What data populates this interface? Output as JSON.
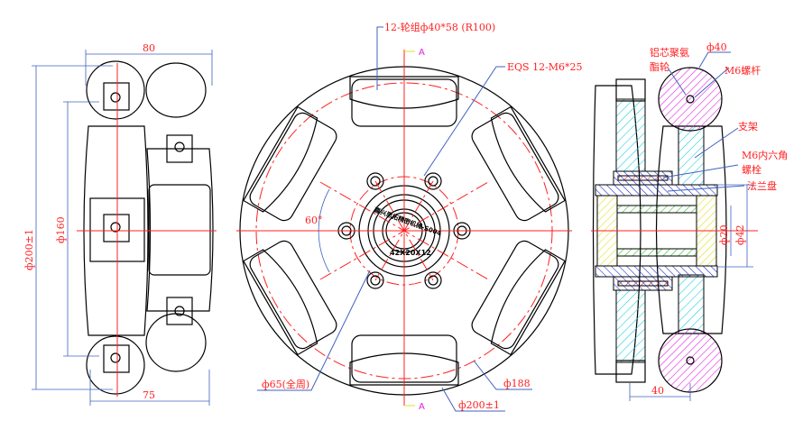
{
  "title_labels": {
    "wheel_group": "12-轮组ф40*58 (R100)",
    "screws": "EQS 12-M6*25",
    "section_mark": "A",
    "hole_circle": "ф65(全周)",
    "outer_dia": "ф200±1",
    "inner_dia": "ф188",
    "angle": "60°",
    "hub_text_top": "嘉兴思拓精密机械-S004",
    "hub_text_bottom": "42X20X12"
  },
  "left_view": {
    "width_top": "80",
    "width_bottom": "75",
    "dia_outer": "ф200±1",
    "dia_inner": "ф160"
  },
  "right_view": {
    "roller_material_line1": "铝芯聚氨",
    "roller_material_line2": "酯轮",
    "roller_dia": "ф40",
    "axle": "M6螺杆",
    "bracket": "支架",
    "bolt_line1": "M6内六角",
    "bolt_line2": "螺栓",
    "flange": "法兰盘",
    "bore_dia": "ф20",
    "hub_dia": "ф42",
    "spacing": "40"
  },
  "colors": {
    "dimension": "#ff2020",
    "leader": "#4060c0",
    "roller_hatch": "#e020e0",
    "bracket_hatch": "#20d0e0",
    "flange_hatch": "#2030d0"
  }
}
